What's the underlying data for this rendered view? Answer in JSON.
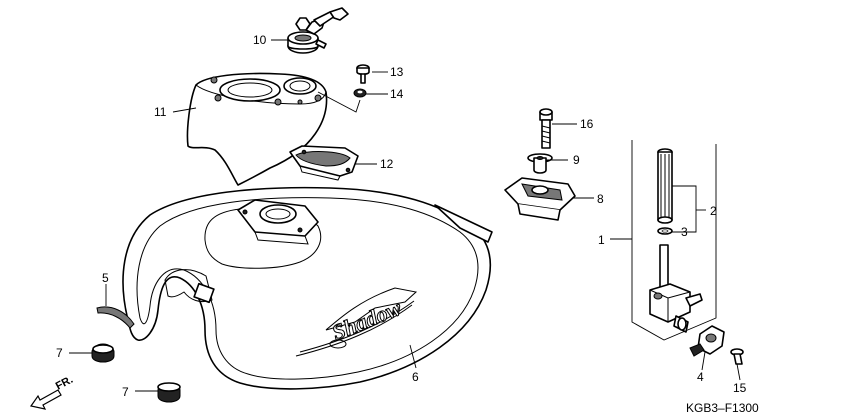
{
  "drawing_code": "KGB3–F1300",
  "front_label": "FR.",
  "logo_text": "Shadow",
  "callouts": {
    "c1": "1",
    "c2": "2",
    "c3": "3",
    "c4": "4",
    "c5": "5",
    "c6": "6",
    "c7a": "7",
    "c7b": "7",
    "c8": "8",
    "c9": "9",
    "c10": "10",
    "c11": "11",
    "c12": "12",
    "c13": "13",
    "c14": "14",
    "c15": "15",
    "c16": "16"
  }
}
